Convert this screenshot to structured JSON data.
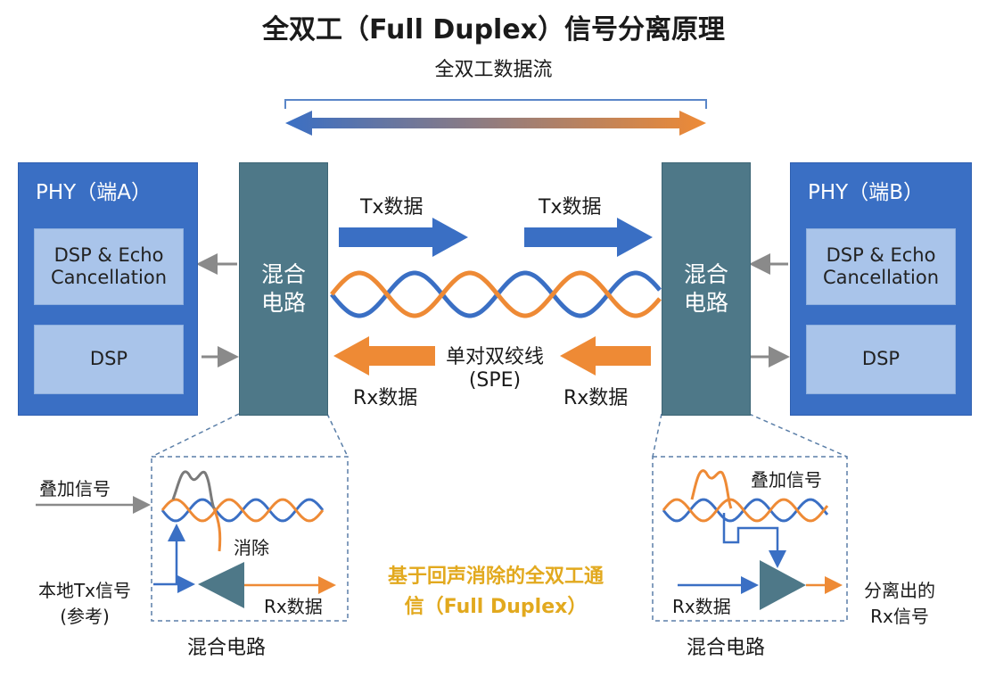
{
  "title": "全双工（Full Duplex）信号分离原理",
  "flow_label": "全双工数据流",
  "phy_a": {
    "label": "PHY（端A）",
    "echo": "DSP & Echo Cancellation",
    "dsp": "DSP"
  },
  "phy_b": {
    "label": "PHY（端B）",
    "echo": "DSP & Echo Cancellation",
    "dsp": "DSP"
  },
  "hybrid_label": "混合电路",
  "tx_label": "Tx数据",
  "rx_label": "Rx数据",
  "cable_label_line1": "单对双绞线",
  "cable_label_line2": "(SPE)",
  "inset_left": {
    "superposed": "叠加信号",
    "cancel": "消除",
    "local_tx_line1": "本地Tx信号",
    "local_tx_line2": "(参考)",
    "rx": "Rx数据",
    "caption": "混合电路"
  },
  "inset_right": {
    "superposed": "叠加信号",
    "rx": "Rx数据",
    "separated_line1": "分离出的",
    "separated_line2": "Rx信号",
    "caption": "混合电路"
  },
  "center_note_line1": "基于回声消除的全双工通",
  "center_note_line2": "信（Full Duplex）",
  "colors": {
    "blue": "#3a6fc4",
    "orange": "#ee8a35",
    "teal": "#4e7888",
    "light_blue": "#a9c4ea",
    "gold": "#e2a91e"
  }
}
